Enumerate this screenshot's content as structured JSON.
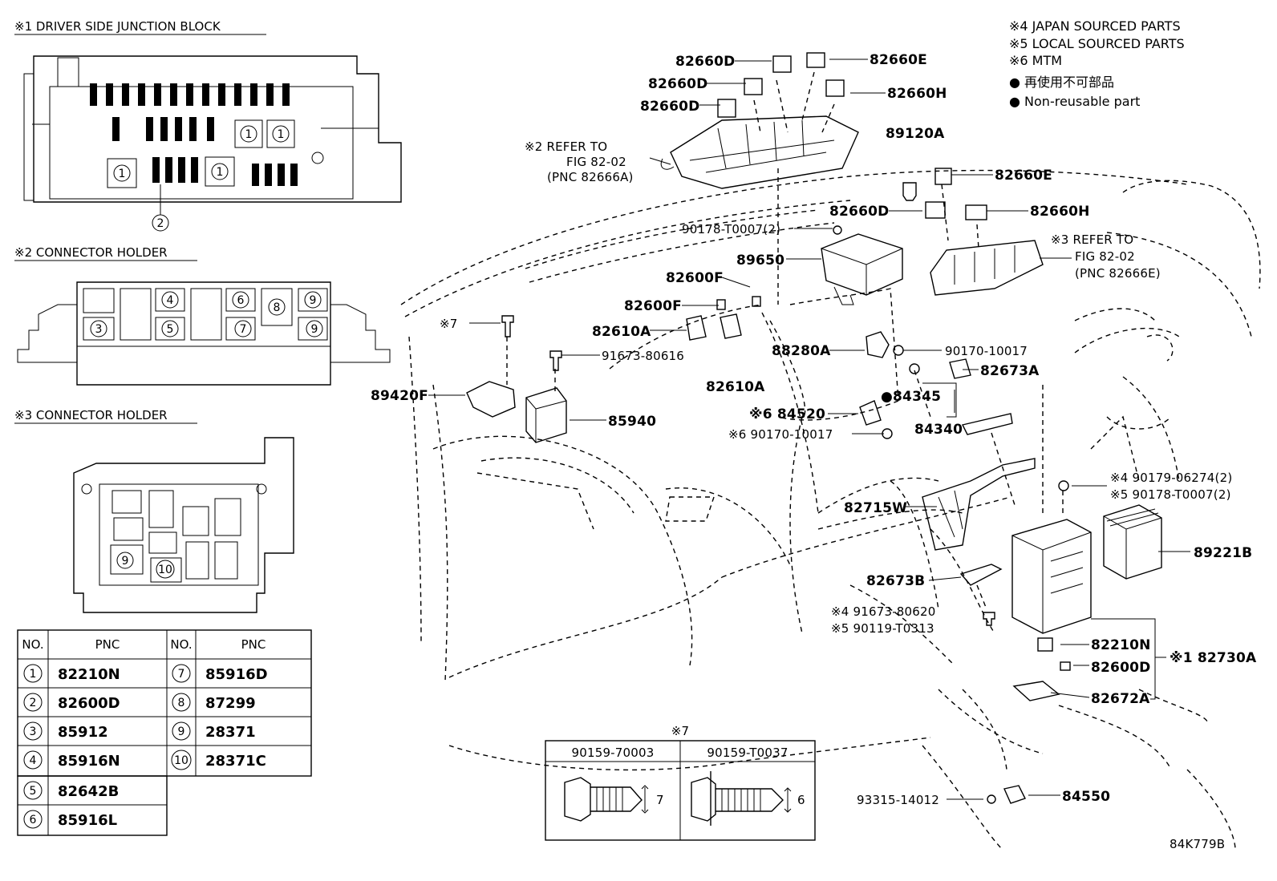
{
  "insets": {
    "junction_block_title": "※1 DRIVER SIDE JUNCTION BLOCK",
    "connector_holder_2_title": "※2 CONNECTOR HOLDER",
    "connector_holder_3_title": "※3 CONNECTOR HOLDER"
  },
  "legend": {
    "line1": "※4 JAPAN SOURCED PARTS",
    "line2": "※5 LOCAL SOURCED PARTS",
    "line3": "※6 MTM",
    "line4": "● 再使用不可部品",
    "line5": "● Non-reusable part"
  },
  "pnc_table": {
    "col_no": "NO.",
    "col_pnc": "PNC",
    "rows_left": [
      {
        "no": "1",
        "pnc": "82210N"
      },
      {
        "no": "2",
        "pnc": "82600D"
      },
      {
        "no": "3",
        "pnc": "85912"
      },
      {
        "no": "4",
        "pnc": "85916N"
      },
      {
        "no": "5",
        "pnc": "82642B"
      },
      {
        "no": "6",
        "pnc": "85916L"
      }
    ],
    "rows_right": [
      {
        "no": "7",
        "pnc": "85916D"
      },
      {
        "no": "8",
        "pnc": "87299"
      },
      {
        "no": "9",
        "pnc": "28371"
      },
      {
        "no": "10",
        "pnc": "28371C"
      }
    ]
  },
  "bolt_table": {
    "ref": "※7",
    "left_pn": "90159-70003",
    "right_pn": "90159-T0037",
    "left_dim": "7",
    "right_dim": "6"
  },
  "part_labels": {
    "p82660D_a": "82660D",
    "p82660D_b": "82660D",
    "p82660D_c": "82660D",
    "p82660E_a": "82660E",
    "p82660H_a": "82660H",
    "ref2_line1": "※2 REFER TO",
    "ref2_line2": "FIG 82-02",
    "ref2_line3": "(PNC 82666A)",
    "p89120A": "89120A",
    "p82660E_b": "82660E",
    "p82660D_d": "82660D",
    "p82660H_b": "82660H",
    "p90178": "90178-T0007(2)",
    "ref3_line1": "※3 REFER TO",
    "ref3_line2": "FIG 82-02",
    "ref3_line3": "(PNC 82666E)",
    "p89650": "89650",
    "p82600F_a": "82600F",
    "p82600F_b": "82600F",
    "p82610A_a": "82610A",
    "p82610A_b": "82610A",
    "ref7": "※7",
    "p91673_80616": "91673-80616",
    "p88280A": "88280A",
    "p90170_10017_a": "90170-10017",
    "p84345": "●84345",
    "p82673A": "82673A",
    "p89420F": "89420F",
    "p85940": "85940",
    "p84520": "※6 84520",
    "p90170_10017_b": "※6 90170-10017",
    "p84340": "84340",
    "p90179": "※4 90179-06274(2)",
    "p90178_b": "※5 90178-T0007(2)",
    "p82715W": "82715W",
    "p89221B": "89221B",
    "p82673B": "82673B",
    "p91673_80620": "※4 91673-80620",
    "p90119": "※5 90119-T0313",
    "p82210N": "82210N",
    "p82600D_e": "82600D",
    "p82730A": "※1 82730A",
    "p82672A": "82672A",
    "p93315": "93315-14012",
    "p84550": "84550",
    "figure_code": "84K779B"
  }
}
